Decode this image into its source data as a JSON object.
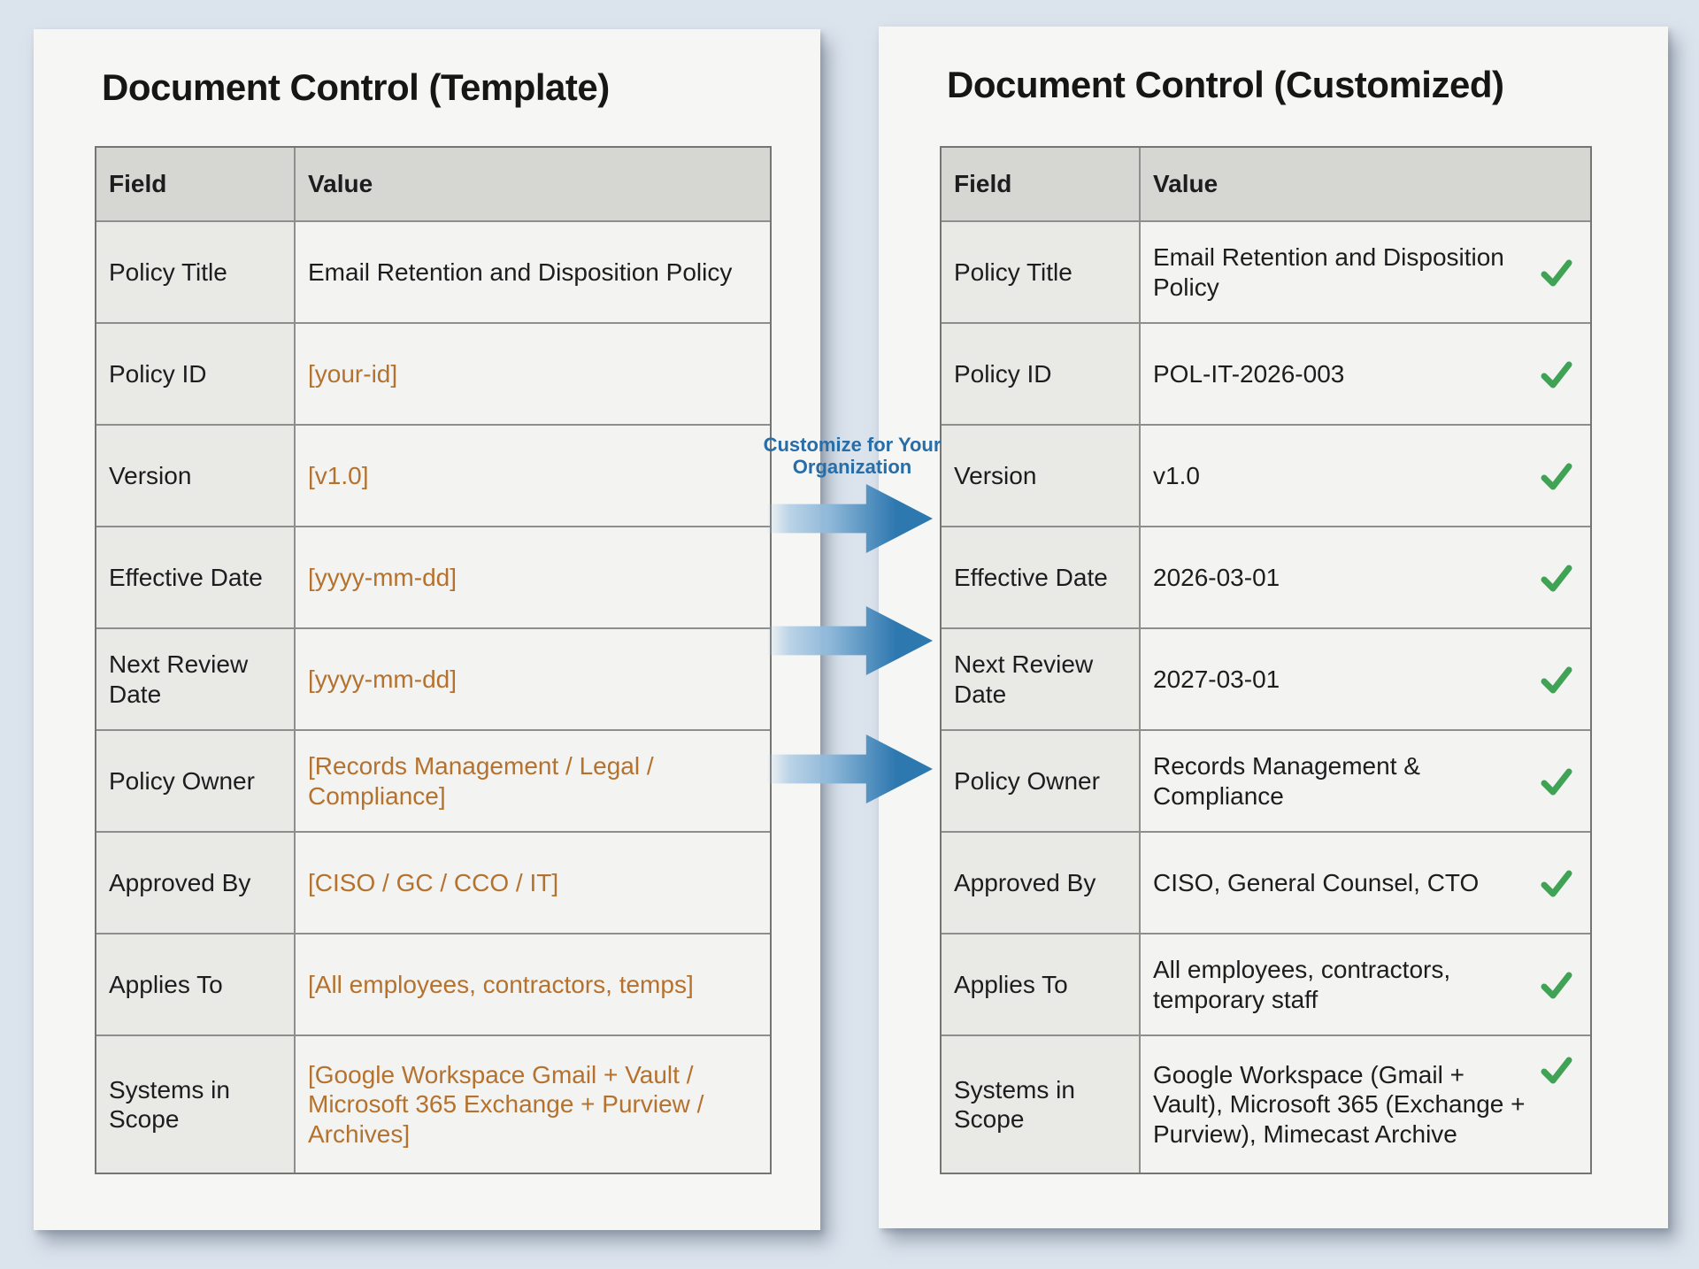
{
  "colors": {
    "background": "#dbe3ed",
    "paper": "#f6f6f4",
    "table_header_bg": "#d6d6d3",
    "field_column_bg": "#e9e9e6",
    "value_column_bg": "#f3f3f1",
    "border": "#8e8e8e",
    "placeholder_orange": "#b5722e",
    "check_green": "#3fa255",
    "arrow_blue": "#2e78b0",
    "label_blue": "#276da8"
  },
  "arrow_label": "Customize for Your Organization",
  "left_panel": {
    "title": "Document Control (Template)",
    "table": {
      "headers": [
        "Field",
        "Value"
      ],
      "rows": [
        {
          "field": "Policy Title",
          "value": "Email Retention and Disposition Policy",
          "placeholder": false
        },
        {
          "field": "Policy ID",
          "value": "[your-id]",
          "placeholder": true
        },
        {
          "field": "Version",
          "value": "[v1.0]",
          "placeholder": true
        },
        {
          "field": "Effective Date",
          "value": "[yyyy-mm-dd]",
          "placeholder": true
        },
        {
          "field": "Next Review Date",
          "value": "[yyyy-mm-dd]",
          "placeholder": true
        },
        {
          "field": "Policy Owner",
          "value": "[Records Management / Legal / Compliance]",
          "placeholder": true
        },
        {
          "field": "Approved By",
          "value": "[CISO / GC / CCO / IT]",
          "placeholder": true
        },
        {
          "field": "Applies To",
          "value": "[All employees, contractors, temps]",
          "placeholder": true
        },
        {
          "field": "Systems in Scope",
          "value": "[Google Workspace Gmail + Vault / Microsoft 365 Exchange + Purview / Archives]",
          "placeholder": true
        }
      ]
    }
  },
  "right_panel": {
    "title": "Document Control (Customized)",
    "table": {
      "headers": [
        "Field",
        "Value"
      ],
      "rows": [
        {
          "field": "Policy Title",
          "value": "Email Retention and Disposition Policy",
          "checked": true
        },
        {
          "field": "Policy ID",
          "value": "POL-IT-2026-003",
          "checked": true
        },
        {
          "field": "Version",
          "value": "v1.0",
          "checked": true
        },
        {
          "field": "Effective Date",
          "value": "2026-03-01",
          "checked": true
        },
        {
          "field": "Next Review Date",
          "value": "2027-03-01",
          "checked": true
        },
        {
          "field": "Policy Owner",
          "value": "Records Management & Compliance",
          "checked": true
        },
        {
          "field": "Approved By",
          "value": "CISO, General Counsel, CTO",
          "checked": true
        },
        {
          "field": "Applies To",
          "value": "All employees, contractors, temporary staff",
          "checked": true
        },
        {
          "field": "Systems in Scope",
          "value": "Google Workspace (Gmail + Vault), Microsoft 365 (Exchange + Purview), Mimecast Archive",
          "checked": true
        }
      ]
    }
  }
}
